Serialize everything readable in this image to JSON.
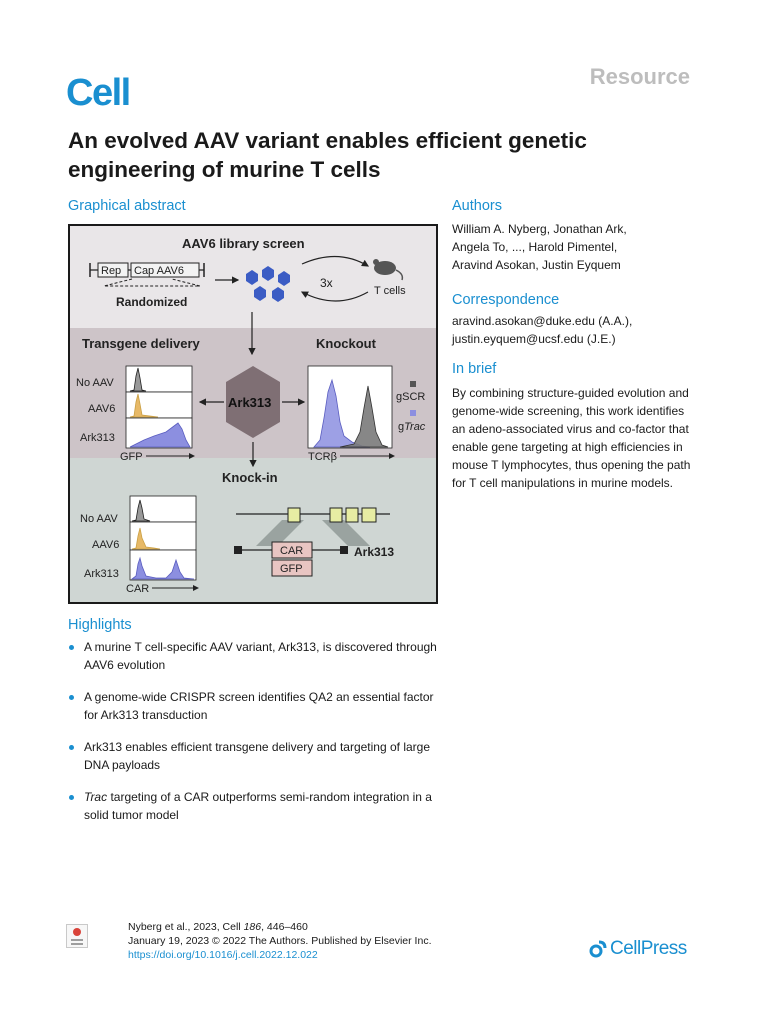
{
  "journal": "Cell",
  "article_type": "Resource",
  "title": "An evolved AAV variant enables efficient genetic engineering of murine T cells",
  "sections": {
    "graphical_abstract": "Graphical abstract",
    "authors": "Authors",
    "correspondence": "Correspondence",
    "in_brief": "In brief",
    "highlights": "Highlights"
  },
  "authors_lines": [
    "William A. Nyberg, Jonathan Ark,",
    "Angela To, ..., Harold Pimentel,",
    "Aravind Asokan, Justin Eyquem"
  ],
  "correspondence_lines": [
    "aravind.asokan@duke.edu (A.A.),",
    "justin.eyquem@ucsf.edu (J.E.)"
  ],
  "in_brief": "By combining structure-guided evolution and genome-wide screening, this work identifies an adeno-associated virus and co-factor that enable gene targeting at high efficiencies in mouse T lymphocytes, thus opening the path for T cell manipulations in murine models.",
  "highlights": [
    {
      "italic": "",
      "text": "A murine T cell-specific AAV variant, Ark313, is discovered through AAV6 evolution"
    },
    {
      "italic": "",
      "text": "A genome-wide CRISPR screen identifies QA2 an essential factor for Ark313 transduction"
    },
    {
      "italic": "",
      "text": "Ark313 enables efficient transgene delivery and targeting of large DNA payloads"
    },
    {
      "italic": "Trac",
      "text": " targeting of a CAR outperforms semi-random integration in a solid tumor model"
    }
  ],
  "graphical_abstract": {
    "library_title": "AAV6 library screen",
    "rep": "Rep",
    "cap": "Cap AAV6",
    "randomized": "Randomized",
    "rounds": "3x",
    "tcells": "T cells",
    "transgene_title": "Transgene delivery",
    "knockout_title": "Knockout",
    "center": "Ark313",
    "rows_top": [
      "No AAV",
      "AAV6",
      "Ark313"
    ],
    "gfp_axis": "GFP",
    "tcr_axis": "TCRβ",
    "gscr": "gSCR",
    "gtrac_prefix": "g",
    "gtrac_italic": "Trac",
    "knockin_title": "Knock-in",
    "rows_bottom": [
      "No AAV",
      "AAV6",
      "Ark313"
    ],
    "car_axis": "CAR",
    "car_box": "CAR",
    "gfp_box": "GFP",
    "ark_label": "Ark313",
    "colors": {
      "top_panel": "#e9e6e8",
      "mid_panel": "#cdc4c8",
      "bottom_panel": "#cfd6d3",
      "ark_hex": "#7f6f74",
      "aav_orange": "#e7b967",
      "ark_purple": "#8c8fe0",
      "gene_box": "#e7eda3"
    }
  },
  "footer": {
    "citation_prefix": "Nyberg et al., 2023, Cell ",
    "citation_vol": "186",
    "citation_pages": ", 446–460",
    "date_line": "January 19, 2023 © 2022 The Authors. Published by Elsevier Inc.",
    "doi": "https://doi.org/10.1016/j.cell.2022.12.022",
    "publisher": "CellPress"
  }
}
